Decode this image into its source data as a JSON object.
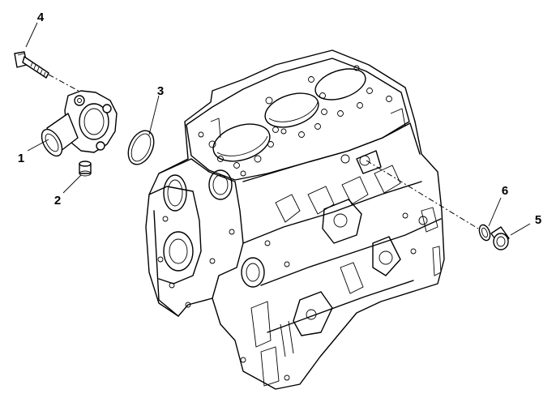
{
  "callouts": [
    {
      "id": "1",
      "text": "1"
    },
    {
      "id": "2",
      "text": "2"
    },
    {
      "id": "3",
      "text": "3"
    },
    {
      "id": "4",
      "text": "4"
    },
    {
      "id": "5",
      "text": "5"
    },
    {
      "id": "6",
      "text": "6"
    }
  ],
  "colors": {
    "ink": "#000000",
    "paper": "#ffffff"
  },
  "parts": [
    "thermostat-housing",
    "dowel-sleeve",
    "o-ring-seal",
    "bolt",
    "plug",
    "sealing-washer",
    "engine-block"
  ]
}
